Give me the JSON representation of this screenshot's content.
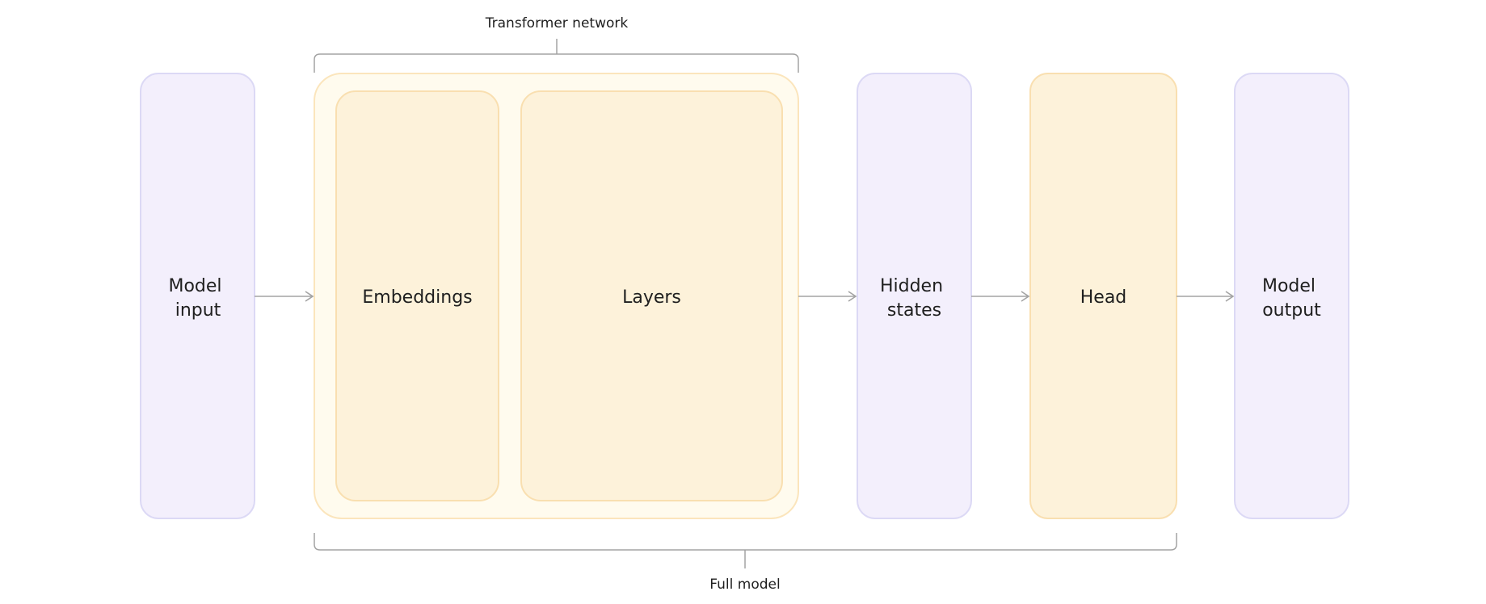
{
  "labels": {
    "transformer_network": "Transformer network",
    "full_model": "Full model",
    "model_input": [
      "Model",
      "input"
    ],
    "embeddings": "Embeddings",
    "layers": "Layers",
    "hidden_states": [
      "Hidden",
      "states"
    ],
    "head": "Head",
    "model_output": [
      "Model",
      "output"
    ]
  },
  "colors": {
    "lavender_fill": "#f3effc",
    "lavender_stroke": "#dcd9f5",
    "cream_fill": "#fffbee",
    "cream_stroke": "#fbe5bc",
    "amber_fill": "#fdf2da",
    "amber_stroke": "#f9dfb0",
    "line": "#a3a3a3",
    "text": "#1f1f1f"
  }
}
